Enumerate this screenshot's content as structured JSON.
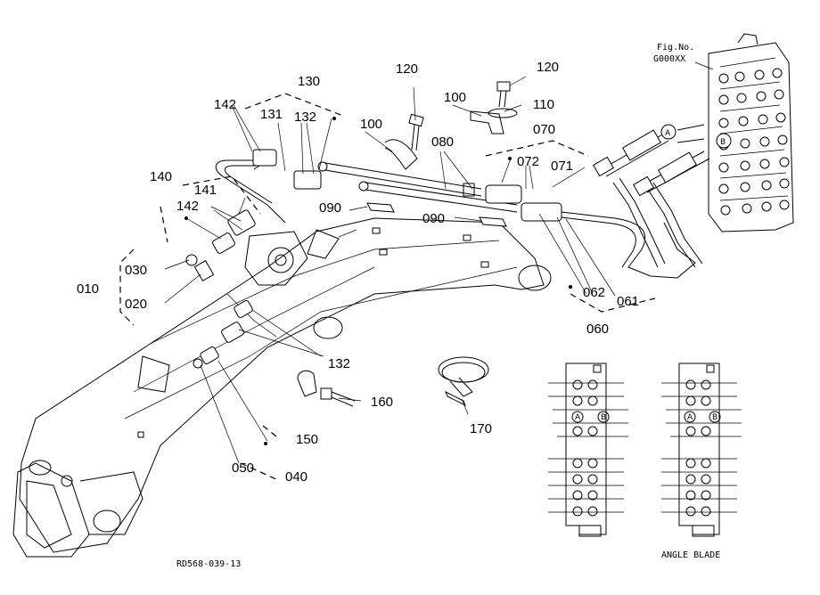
{
  "callouts": {
    "c010": "010",
    "c020": "020",
    "c030": "030",
    "c040": "040",
    "c050": "050",
    "c060": "060",
    "c061": "061",
    "c062": "062",
    "c070": "070",
    "c071": "071",
    "c072": "072",
    "c080": "080",
    "c090a": "090",
    "c090b": "090",
    "c100a": "100",
    "c100b": "100",
    "c110": "110",
    "c120a": "120",
    "c120b": "120",
    "c130": "130",
    "c131": "131",
    "c132a": "132",
    "c132b": "132",
    "c140": "140",
    "c141": "141",
    "c142a": "142",
    "c142b": "142",
    "c150": "150",
    "c160": "160",
    "c170": "170"
  },
  "figref": {
    "line1": "Fig.No.",
    "line2": "G000XX"
  },
  "ports": {
    "a": "A",
    "b": "B"
  },
  "valve_labels": {
    "a1": "A",
    "b1": "B",
    "a2": "A",
    "b2": "B"
  },
  "caption": {
    "angle_blade": "ANGLE BLADE"
  },
  "drawing_id": "RD568-039-13"
}
